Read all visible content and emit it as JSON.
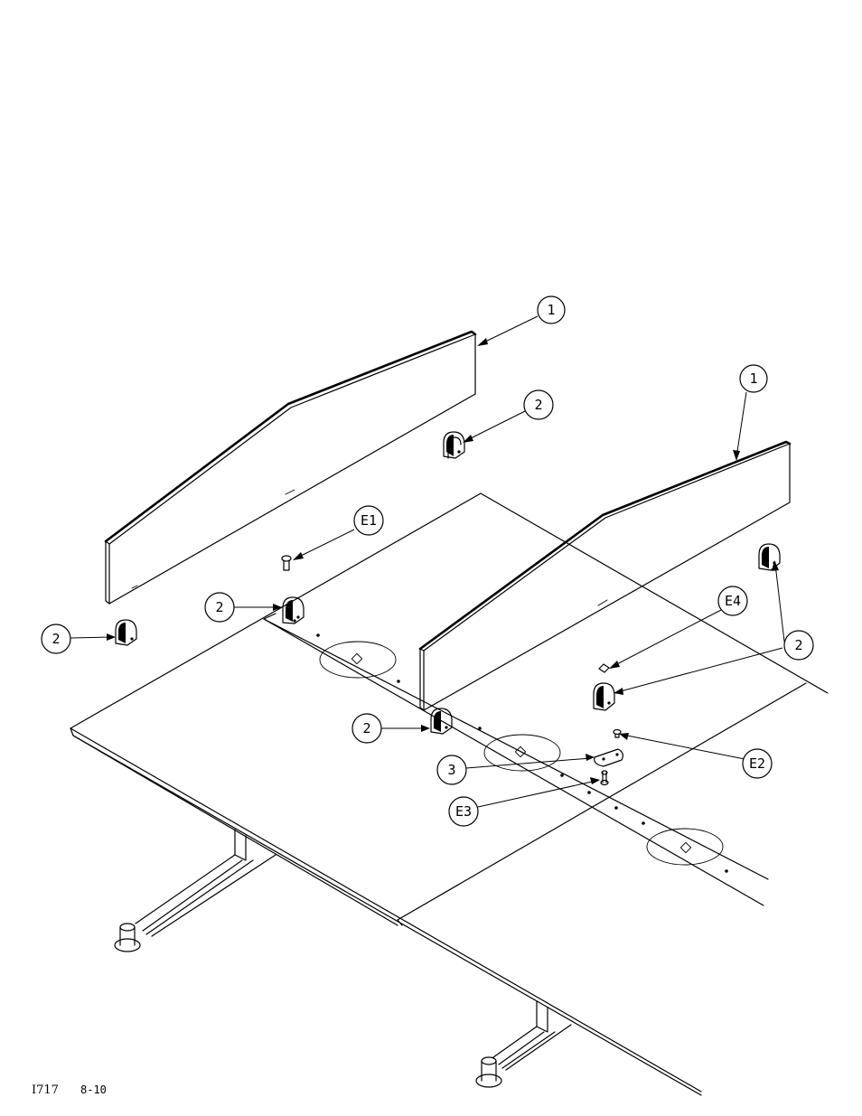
{
  "callouts": {
    "c1a": "1",
    "c1b": "1",
    "c2a": "2",
    "c2b": "2",
    "c2c": "2",
    "c2d": "2",
    "c2e": "2",
    "c3": "3",
    "e1": "E1",
    "e2": "E2",
    "e3": "E3",
    "e4": "E4"
  },
  "footer": {
    "drawing_id": "I717",
    "page": "8-10"
  }
}
